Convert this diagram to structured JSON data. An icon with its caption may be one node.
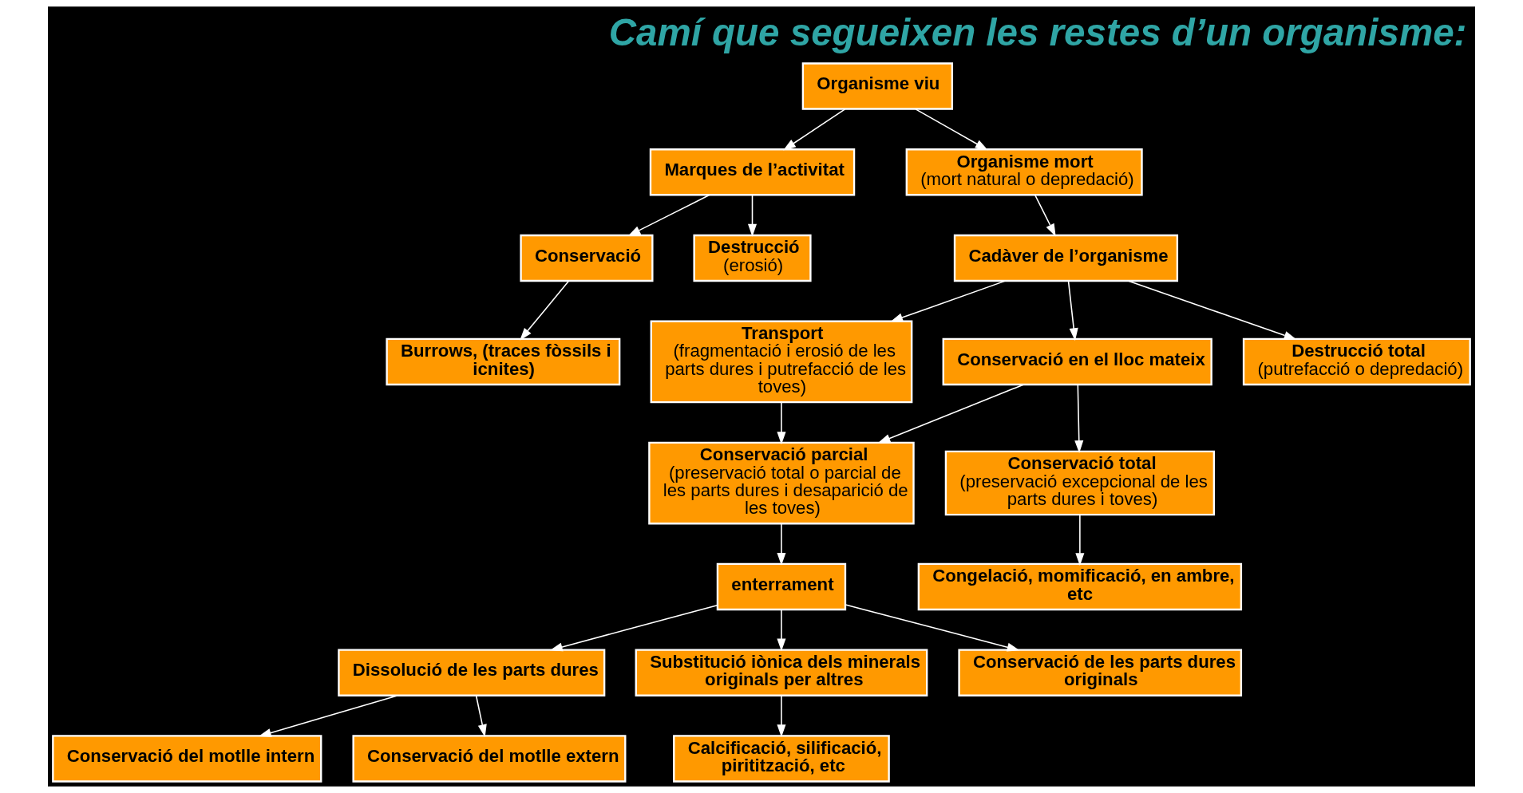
{
  "diagram": {
    "title": "Camí que segueixen les restes d’un organisme:",
    "nodes": [
      {
        "text": [
          "Organisme viu"
        ]
      },
      {
        "text": [
          "Marques de l’activitat"
        ]
      },
      {
        "text": [
          "Organisme mort",
          "(mort natural o depredació)"
        ]
      },
      {
        "text": [
          "Cadàver de l’organisme"
        ]
      },
      {
        "text": [
          "Conservació"
        ]
      },
      {
        "text": [
          "Destrucció",
          "(erosió)"
        ]
      },
      {
        "text": [
          "Transport",
          "(fragmentació i erosió de les parts dures i putrefacció de les toves)"
        ]
      },
      {
        "text": [
          "Conservació en el lloc mateix"
        ]
      },
      {
        "text": [
          "Destrucció total",
          "(putrefacció o depredació)"
        ]
      },
      {
        "text": [
          "Conservació parcial",
          "(preservació total o parcial de les parts dures i desaparició de les toves)"
        ]
      },
      {
        "text": [
          "Conservació total",
          "(preservació excepcional de les parts dures i toves)"
        ]
      },
      {
        "text": [
          "enterrament"
        ]
      },
      {
        "text": [
          "Dissolució de les parts dures"
        ]
      },
      {
        "text": [
          "Substitució iònica dels minerals originals per altres"
        ]
      },
      {
        "text": [
          "Burrows, (traces fòssils i icnites)"
        ]
      },
      {
        "text": [
          "Conservació del motlle intern"
        ]
      },
      {
        "text": [
          "Conservació del motlle extern"
        ]
      },
      {
        "text": [
          "Calcificació, silificació, piritització, etc"
        ]
      },
      {
        "text": [
          "Conservació de les parts dures originals"
        ]
      },
      {
        "text": [
          "Congelació, momificació, en ambre, etc"
        ]
      }
    ],
    "edges": [
      {
        "from": 0,
        "to": 1,
        "arrow": "to"
      },
      {
        "from": 0,
        "to": 2,
        "arrow": "to"
      },
      {
        "from": 2,
        "to": 3,
        "arrow": "to"
      },
      {
        "from": 1,
        "to": 4,
        "arrow": "to"
      },
      {
        "from": 1,
        "to": 5,
        "arrow": "to"
      },
      {
        "from": 3,
        "to": 8,
        "arrow": "to"
      },
      {
        "from": 3,
        "to": 6,
        "arrow": "to"
      },
      {
        "from": 3,
        "to": 7,
        "arrow": "to"
      },
      {
        "from": 6,
        "to": 9,
        "arrow": "to"
      },
      {
        "from": 7,
        "to": 9,
        "arrow": "to"
      },
      {
        "from": 7,
        "to": 10,
        "arrow": "to"
      },
      {
        "from": 9,
        "to": 11,
        "arrow": "to"
      },
      {
        "from": 11,
        "to": 12,
        "arrow": "to"
      },
      {
        "from": 11,
        "to": 13,
        "arrow": "to"
      },
      {
        "from": 11,
        "to": 18,
        "arrow": "to"
      },
      {
        "from": 4,
        "to": 14,
        "arrow": "to"
      },
      {
        "from": 12,
        "to": 15,
        "arrow": "to"
      },
      {
        "from": 12,
        "to": 16,
        "arrow": "to"
      },
      {
        "from": 13,
        "to": 17,
        "arrow": "to"
      },
      {
        "from": 10,
        "to": 19,
        "arrow": "to"
      }
    ]
  }
}
